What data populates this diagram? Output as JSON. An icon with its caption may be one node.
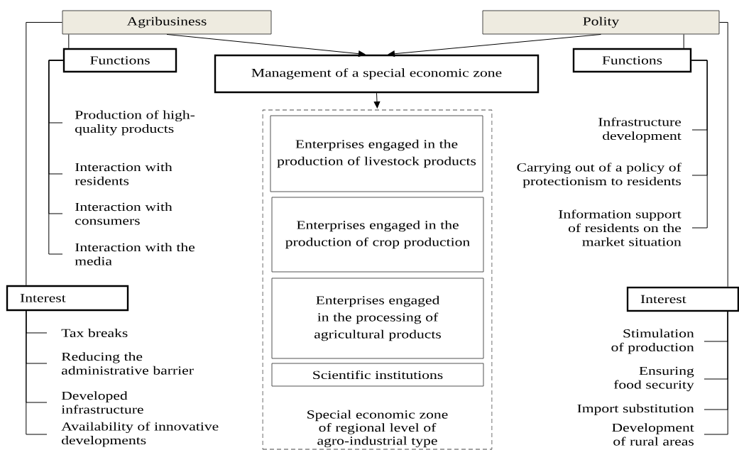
{
  "diagram": {
    "nodes": [
      {
        "text": [
          "Agribusiness"
        ]
      },
      {
        "text": [
          "Polity"
        ]
      },
      {
        "text": [
          "Functions"
        ]
      },
      {
        "text": [
          "Management of a special economic zone"
        ]
      },
      {
        "text": [
          "Functions"
        ]
      },
      {
        "text": [
          "Special economic zone of regional level of agro-industrial type"
        ]
      },
      {
        "text": [
          "Enterprises engaged in the production of livestock products"
        ],
        "in": 5
      },
      {
        "text": [
          "Enterprises engaged in the production of crop production"
        ],
        "in": 5
      },
      {
        "text": [
          "Enterprises engaged in the processing of agricultural products"
        ],
        "in": 5
      },
      {
        "text": [
          "Scientific institutions"
        ],
        "in": 5
      },
      {
        "text": [
          "Production of high-quality products"
        ]
      },
      {
        "text": [
          "Interaction with residents"
        ]
      },
      {
        "text": [
          "Interaction with consumers"
        ]
      },
      {
        "text": [
          "Interaction with the media"
        ]
      },
      {
        "text": [
          "Infrastructure development"
        ]
      },
      {
        "text": [
          "Carrying out of a policy of protectionism to residents"
        ]
      },
      {
        "text": [
          "Information support of residents on the market situation"
        ]
      },
      {
        "text": [
          "Interest"
        ]
      },
      {
        "text": [
          "Tax breaks"
        ]
      },
      {
        "text": [
          "Reducing the administrative barrier"
        ]
      },
      {
        "text": [
          "Developed infrastructure"
        ]
      },
      {
        "text": [
          "Availability of innovative developments"
        ]
      },
      {
        "text": [
          "Interest"
        ]
      },
      {
        "text": [
          "Stimulation of production"
        ]
      },
      {
        "text": [
          "Ensuring food security"
        ]
      },
      {
        "text": [
          "Import substitution"
        ]
      },
      {
        "text": [
          "Development of rural areas"
        ]
      }
    ],
    "edges": [
      {
        "from": 0,
        "to": 3,
        "arrow": "to"
      },
      {
        "from": 1,
        "to": 3,
        "arrow": "to"
      },
      {
        "from": 3,
        "to": 5,
        "arrow": "to"
      },
      {
        "from": 0,
        "to": 2,
        "arrow": "none"
      },
      {
        "from": 1,
        "to": 4,
        "arrow": "none"
      },
      {
        "from": 0,
        "to": 17,
        "arrow": "none"
      },
      {
        "from": 1,
        "to": 22,
        "arrow": "none"
      },
      {
        "from": 2,
        "to": 10,
        "arrow": "none"
      },
      {
        "from": 2,
        "to": 11,
        "arrow": "none"
      },
      {
        "from": 2,
        "to": 12,
        "arrow": "none"
      },
      {
        "from": 2,
        "to": 13,
        "arrow": "none"
      },
      {
        "from": 4,
        "to": 14,
        "arrow": "none"
      },
      {
        "from": 4,
        "to": 15,
        "arrow": "none"
      },
      {
        "from": 4,
        "to": 16,
        "arrow": "none"
      },
      {
        "from": 17,
        "to": 18,
        "arrow": "none"
      },
      {
        "from": 17,
        "to": 19,
        "arrow": "none"
      },
      {
        "from": 17,
        "to": 20,
        "arrow": "none"
      },
      {
        "from": 17,
        "to": 21,
        "arrow": "none"
      },
      {
        "from": 22,
        "to": 23,
        "arrow": "none"
      },
      {
        "from": 22,
        "to": 24,
        "arrow": "none"
      },
      {
        "from": 22,
        "to": 25,
        "arrow": "none"
      },
      {
        "from": 22,
        "to": 26,
        "arrow": "none"
      }
    ]
  }
}
